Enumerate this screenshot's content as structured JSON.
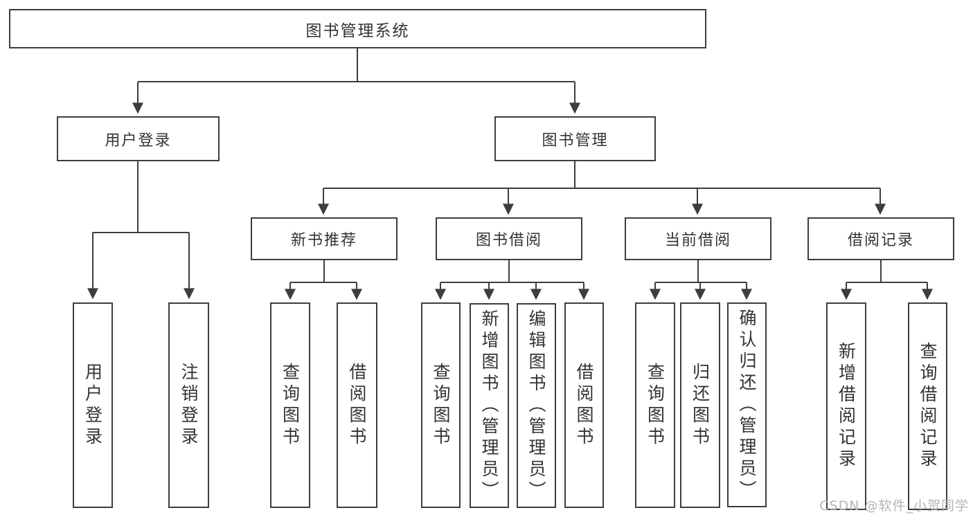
{
  "diagram": {
    "root": {
      "label": "图书管理系统",
      "children": [
        {
          "label": "用户登录",
          "children": [
            {
              "label": "用户登录"
            },
            {
              "label": "注销登录"
            }
          ]
        },
        {
          "label": "图书管理",
          "children": [
            {
              "label": "新书推荐",
              "children": [
                {
                  "label": "查询图书"
                },
                {
                  "label": "借阅图书"
                }
              ]
            },
            {
              "label": "图书借阅",
              "children": [
                {
                  "label": "查询图书"
                },
                {
                  "label": "新增图书（管理员）"
                },
                {
                  "label": "编辑图书（管理员）"
                },
                {
                  "label": "借阅图书"
                }
              ]
            },
            {
              "label": "当前借阅",
              "children": [
                {
                  "label": "查询图书"
                },
                {
                  "label": "归还图书"
                },
                {
                  "label": "确认归还（管理员）"
                }
              ]
            },
            {
              "label": "借阅记录",
              "children": [
                {
                  "label": "新增借阅记录"
                },
                {
                  "label": "查询借阅记录"
                }
              ]
            }
          ]
        }
      ]
    },
    "colors": {
      "line": "#3d3d3d",
      "text": "#333333",
      "background": "#ffffff"
    }
  },
  "watermark": {
    "text": "CSDN @软件_小贺同学",
    "color": "#b5b5b5"
  }
}
